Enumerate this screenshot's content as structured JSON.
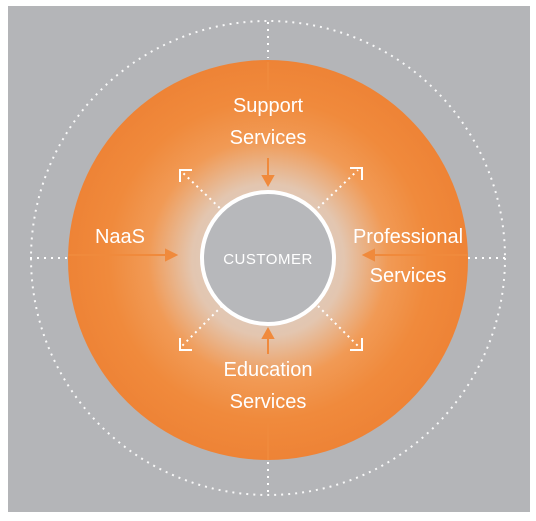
{
  "colors": {
    "background": "#b4b5b8",
    "orange": "#f08a3c",
    "center_glow": "#d2cfcc",
    "line": "#ffffff"
  },
  "center": {
    "label": "CUSTOMER"
  },
  "segments": {
    "top": {
      "line1": "Support",
      "line2": "Services"
    },
    "left": {
      "line1": "NaaS"
    },
    "right": {
      "line1": "Professional",
      "line2": "Services"
    },
    "bottom": {
      "line1": "Education",
      "line2": "Services"
    }
  }
}
